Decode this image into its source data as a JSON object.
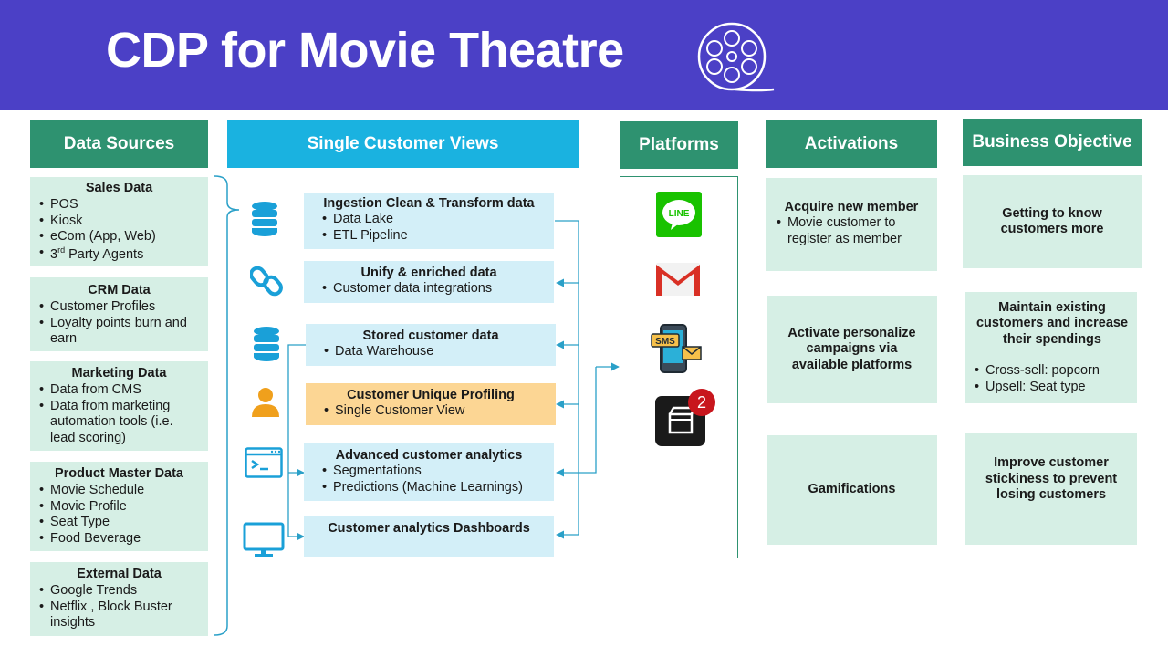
{
  "title": "CDP for Movie Theatre",
  "colors": {
    "header": "#4b40c6",
    "teal": "#2e9270",
    "cyan": "#1ab2e0",
    "mint": "#d6efe5",
    "lightblue": "#d3eff8",
    "peach": "#fcd694",
    "icon_blue": "#1aa0d8",
    "icon_orange": "#f0a01c"
  },
  "columns": {
    "data_sources": "Data Sources",
    "single_customer_views": "Single Customer Views",
    "platforms": "Platforms",
    "activations": "Activations",
    "business_objective": "Business Objective"
  },
  "data_sources": [
    {
      "title": "Sales Data",
      "items": [
        "POS",
        "Kiosk",
        "eCom (App, Web)",
        "3rd Party Agents"
      ]
    },
    {
      "title": "CRM Data",
      "items": [
        "Customer Profiles",
        "Loyalty points burn and earn"
      ]
    },
    {
      "title": "Marketing Data",
      "items": [
        "Data from CMS",
        "Data from marketing automation tools (i.e. lead scoring)"
      ]
    },
    {
      "title": "Product Master Data",
      "items": [
        "Movie Schedule",
        "Movie Profile",
        "Seat Type",
        "Food Beverage"
      ]
    },
    {
      "title": "External Data",
      "items": [
        "Google Trends",
        "Netflix , Block Buster insights"
      ]
    }
  ],
  "third_party": {
    "prefix": "3",
    "sup": "rd",
    "rest": " Party Agents"
  },
  "scv": [
    {
      "title": "Ingestion Clean & Transform data",
      "items": [
        "Data Lake",
        "ETL Pipeline"
      ],
      "icon": "database-icon"
    },
    {
      "title": "Unify & enriched data",
      "items": [
        "Customer data integrations"
      ],
      "icon": "link-icon"
    },
    {
      "title": "Stored customer data",
      "items": [
        "Data Warehouse"
      ],
      "icon": "database-icon"
    },
    {
      "title": "Customer Unique Profiling",
      "items": [
        "Single Customer View"
      ],
      "icon": "person-icon"
    },
    {
      "title": "Advanced customer analytics",
      "items": [
        "Segmentations",
        "Predictions (Machine Learnings)"
      ],
      "icon": "terminal-icon"
    },
    {
      "title": "Customer analytics Dashboards",
      "items": [],
      "icon": "monitor-icon"
    }
  ],
  "platforms": [
    {
      "name": "line-icon",
      "label": "LINE"
    },
    {
      "name": "gmail-icon"
    },
    {
      "name": "sms-icon",
      "label": "SMS"
    },
    {
      "name": "clapper-app-icon",
      "badge": "2"
    }
  ],
  "activations": [
    {
      "title": "Acquire new member",
      "items": [
        "Movie customer to register as member"
      ]
    },
    {
      "title": "Activate personalize campaigns via available platforms",
      "items": []
    },
    {
      "title": "Gamifications",
      "items": []
    }
  ],
  "objectives": [
    {
      "title": "Getting to know customers more",
      "items": []
    },
    {
      "title": "Maintain existing customers and increase their spendings",
      "items": [
        "Cross-sell: popcorn",
        "Upsell: Seat type"
      ]
    },
    {
      "title": "Improve customer stickiness to prevent losing customers",
      "items": []
    }
  ]
}
